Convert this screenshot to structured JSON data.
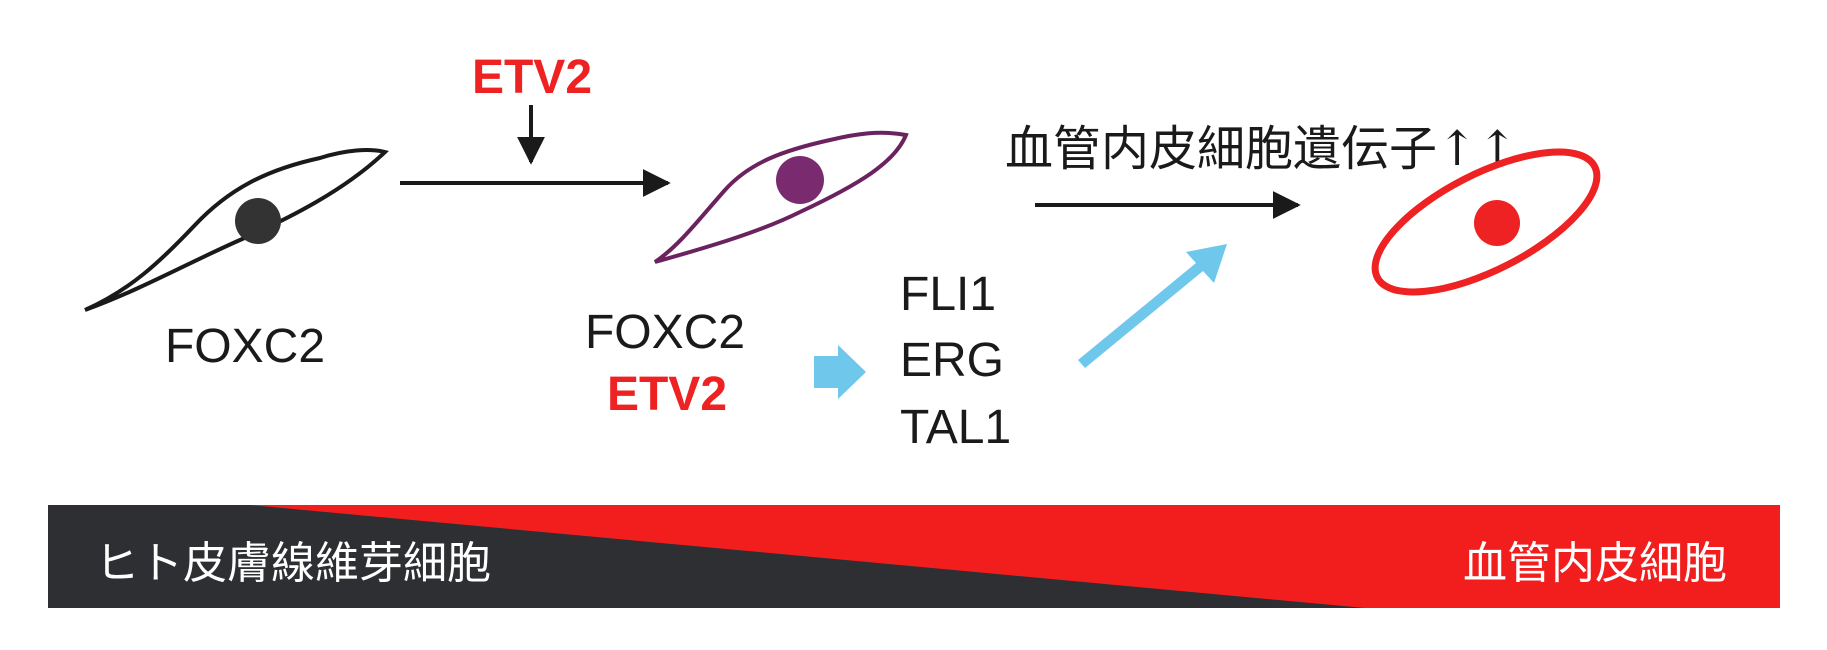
{
  "colors": {
    "black": "#1a1a1a",
    "red": "#ee2222",
    "purple": "#6b2360",
    "nucleus_dark": "#333333",
    "nucleus_purple": "#7a2a6e",
    "cyan": "#6fc7ec",
    "gradient_dark": "#2e2f33",
    "gradient_red": "#f21e1e"
  },
  "cell_fibroblast": {
    "label": "FOXC2",
    "icon": "fibroblast-cell-icon"
  },
  "stimulus": {
    "label": "ETV2"
  },
  "cell_intermediate": {
    "label_1": "FOXC2",
    "label_2": "ETV2",
    "icon": "transitioning-cell-icon"
  },
  "genes": [
    "FLI1",
    "ERG",
    "TAL1"
  ],
  "upregulated_label": "血管内皮細胞遺伝子↑↑",
  "cell_endothelial": {
    "icon": "endothelial-cell-icon"
  },
  "bottom_bar": {
    "left_label": "ヒト皮膚線維芽細胞",
    "right_label": "血管内皮細胞"
  }
}
